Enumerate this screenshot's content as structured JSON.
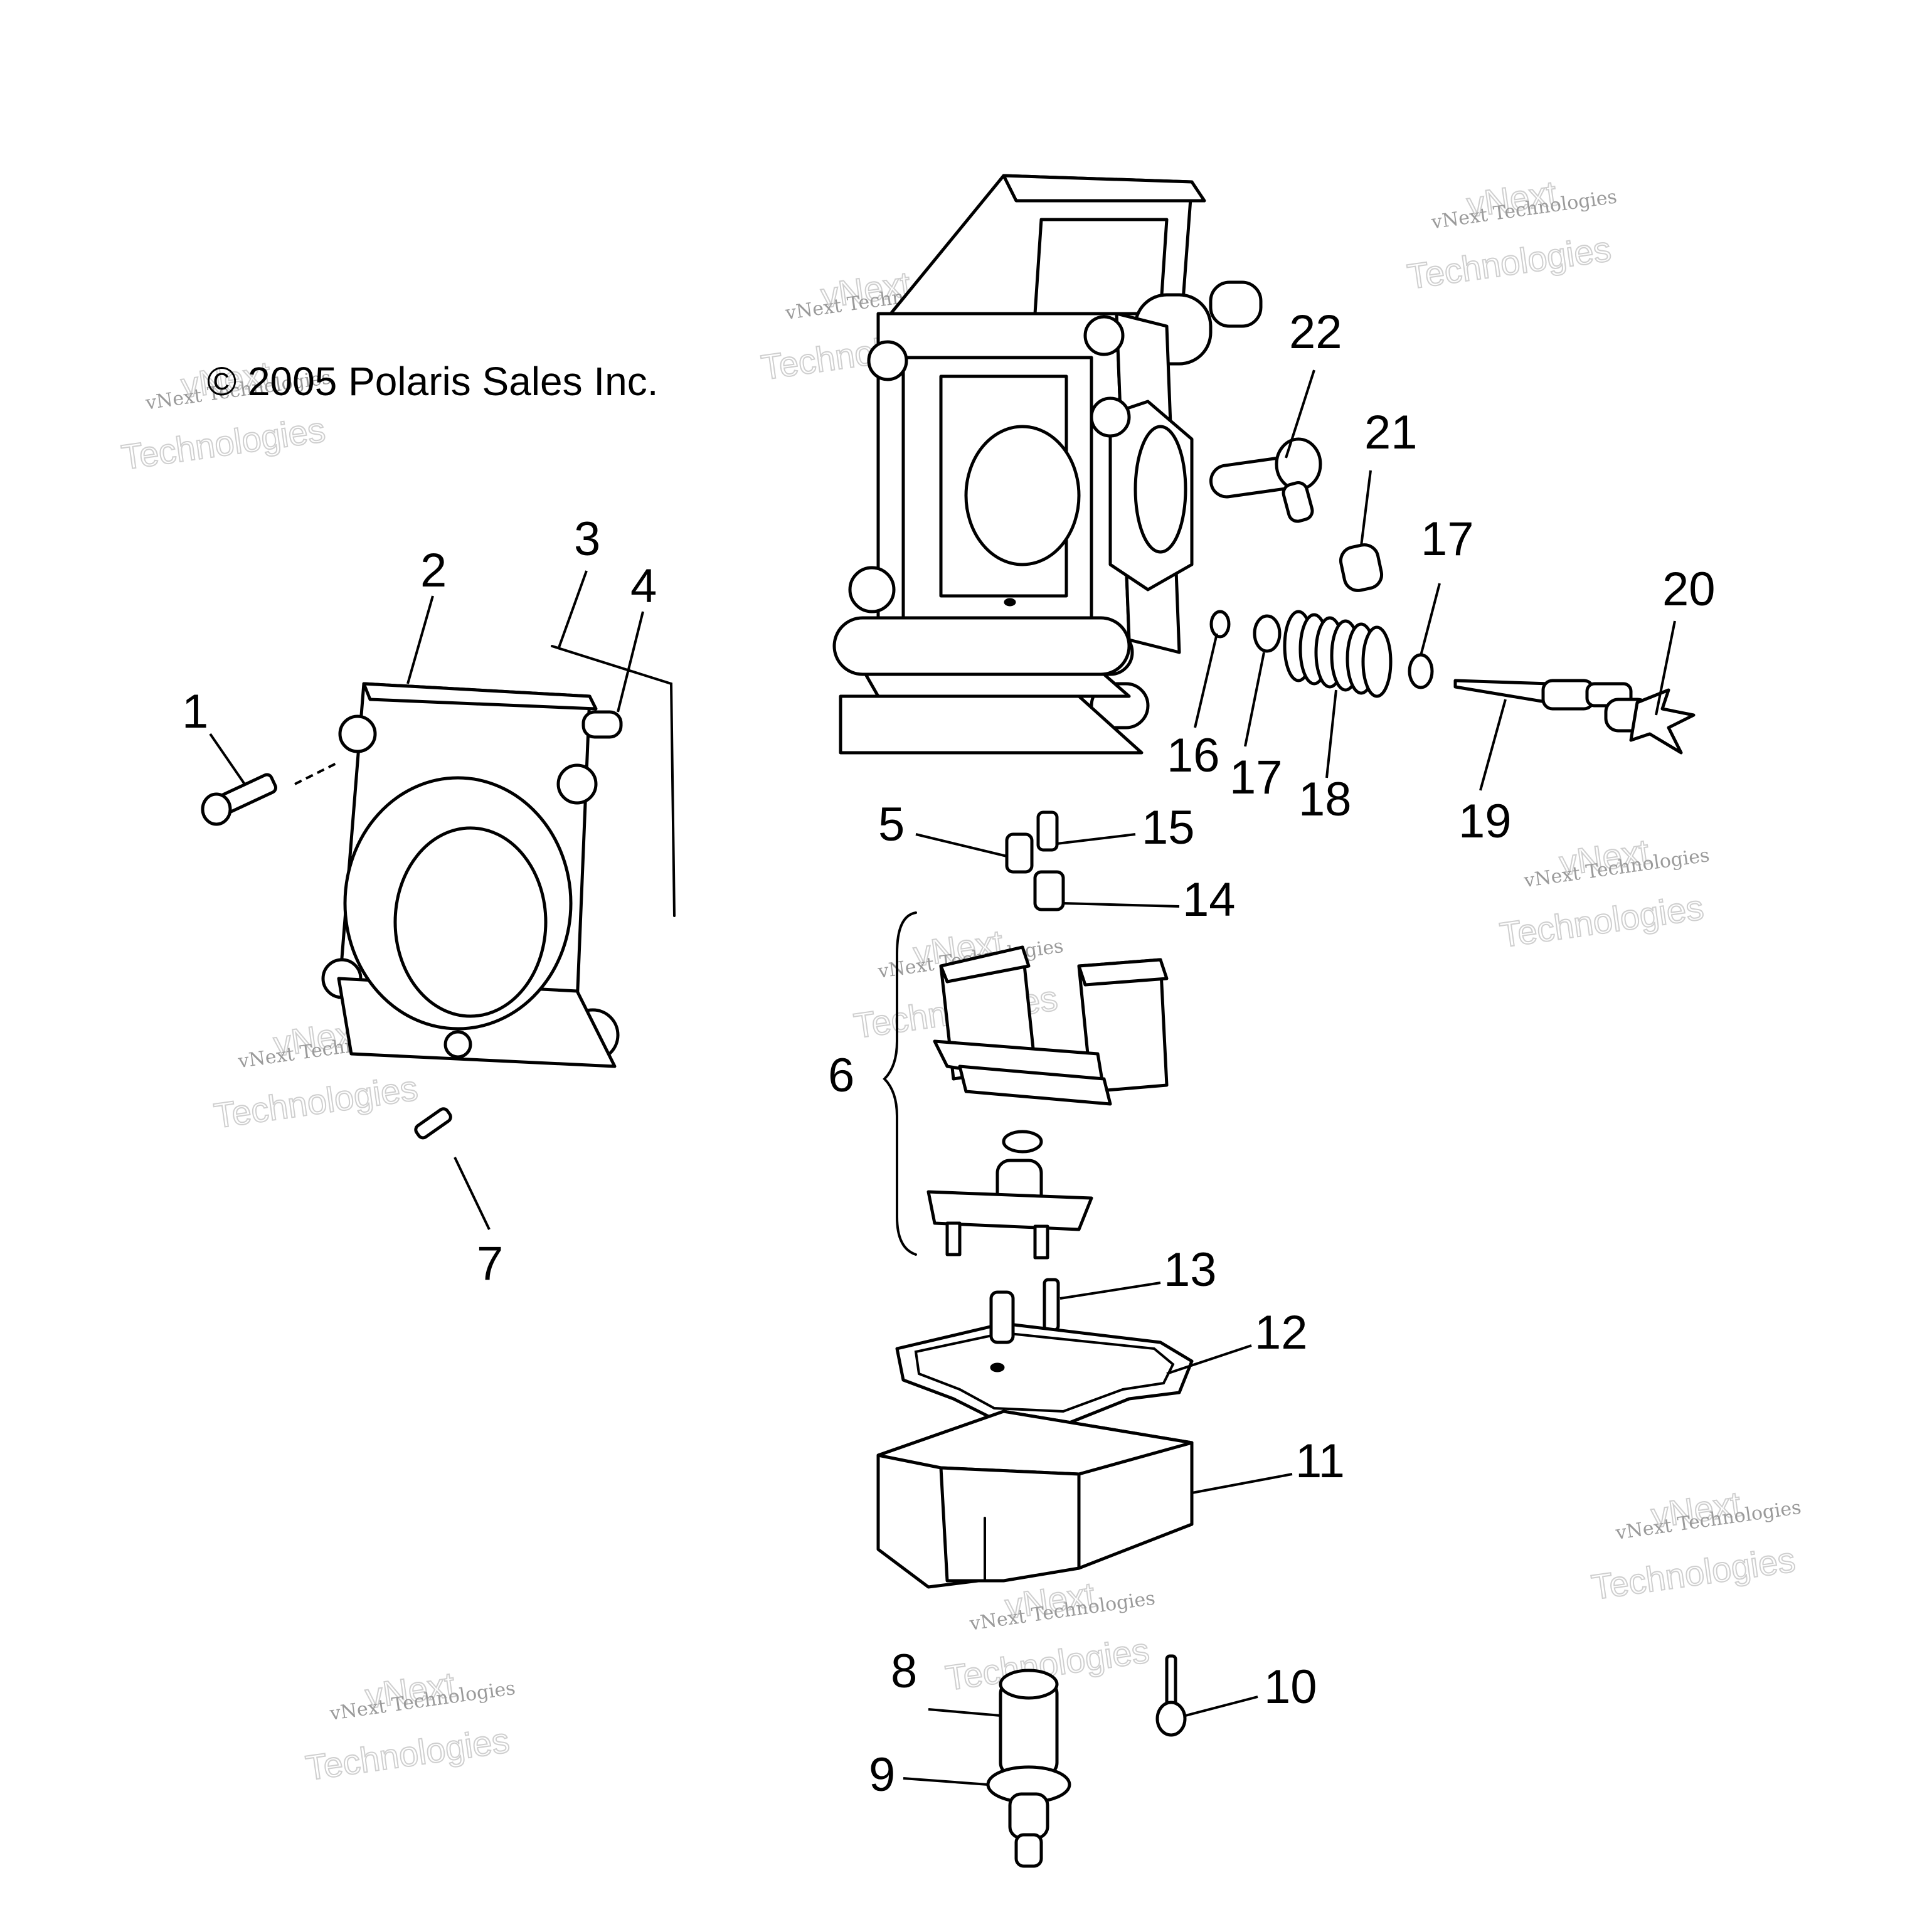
{
  "copyright": "© 2005 Polaris Sales Inc.",
  "watermark": {
    "line1": "vNext",
    "line2": "vNext Technologies",
    "line3": "Technologies"
  },
  "callouts": {
    "c1": "1",
    "c2": "2",
    "c3": "3",
    "c4": "4",
    "c5": "5",
    "c6": "6",
    "c7": "7",
    "c8": "8",
    "c9": "9",
    "c10": "10",
    "c11": "11",
    "c12": "12",
    "c13": "13",
    "c14": "14",
    "c15": "15",
    "c16": "16",
    "c17a": "17",
    "c17b": "17",
    "c18": "18",
    "c19": "19",
    "c20": "20",
    "c21": "21",
    "c22": "22"
  }
}
